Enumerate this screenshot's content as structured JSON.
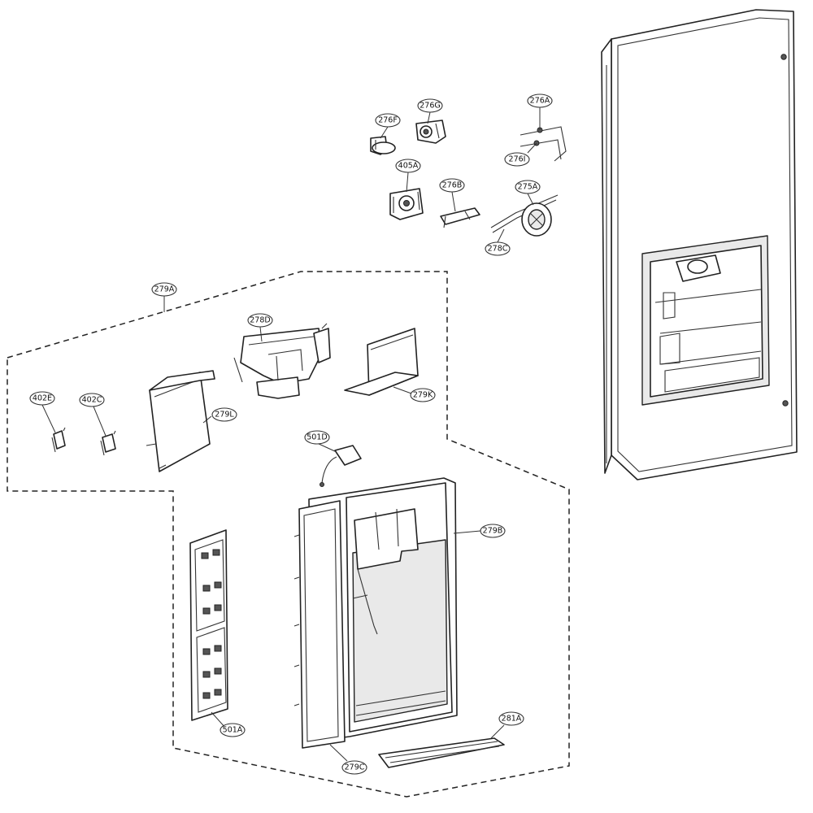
{
  "diagram": {
    "callouts": [
      {
        "id": "276A",
        "label": "276A"
      },
      {
        "id": "276G",
        "label": "276G"
      },
      {
        "id": "276F",
        "label": "276F"
      },
      {
        "id": "276I",
        "label": "276I"
      },
      {
        "id": "405A",
        "label": "405A"
      },
      {
        "id": "276B",
        "label": "276B"
      },
      {
        "id": "275A",
        "label": "275A"
      },
      {
        "id": "278C",
        "label": "278C"
      },
      {
        "id": "279A",
        "label": "279A"
      },
      {
        "id": "278D",
        "label": "278D"
      },
      {
        "id": "402E",
        "label": "402E"
      },
      {
        "id": "402C",
        "label": "402C"
      },
      {
        "id": "279L",
        "label": "279L"
      },
      {
        "id": "279K",
        "label": "279K"
      },
      {
        "id": "501D",
        "label": "501D"
      },
      {
        "id": "279B",
        "label": "279B"
      },
      {
        "id": "501A",
        "label": "501A"
      },
      {
        "id": "279C",
        "label": "279C"
      },
      {
        "id": "281A",
        "label": "281A"
      }
    ]
  }
}
